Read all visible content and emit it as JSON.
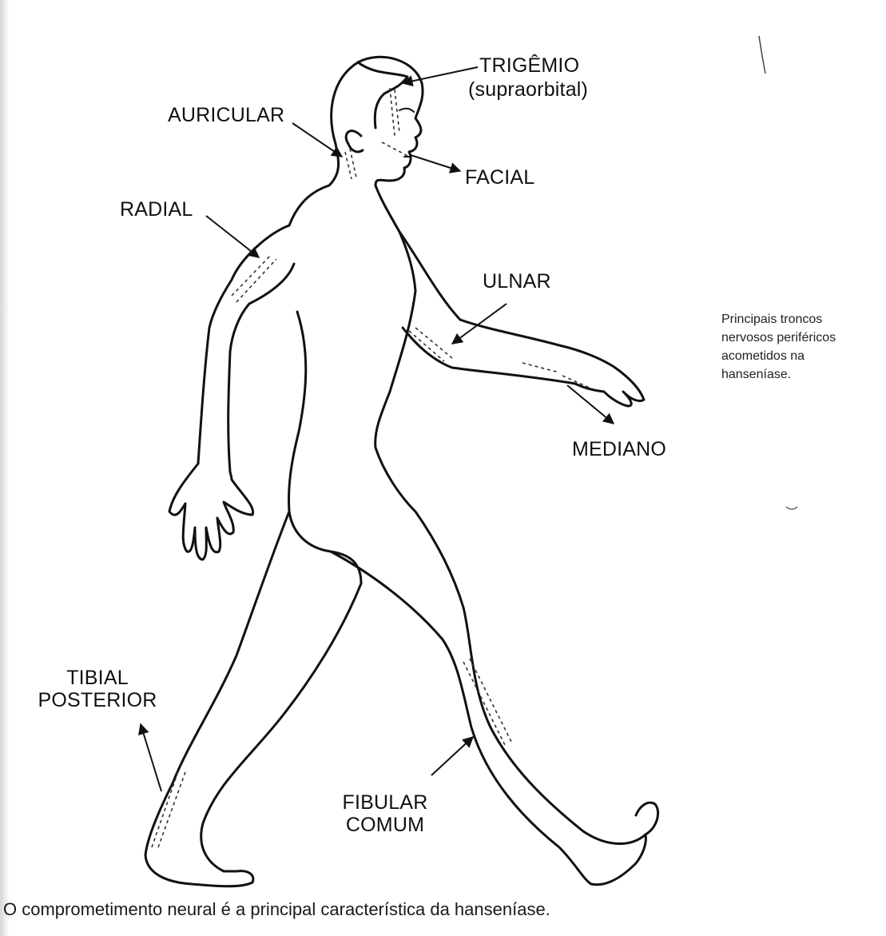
{
  "nerves": {
    "trigemio": "TRIGÊMIO",
    "trigemio_sub": "(supraorbital)",
    "auricular": "AURICULAR",
    "facial": "FACIAL",
    "radial": "RADIAL",
    "ulnar": "ULNAR",
    "mediano": "MEDIANO",
    "tibial_posterior": "TIBIAL\nPOSTERIOR",
    "fibular_comum": "FIBULAR\nCOMUM"
  },
  "side_note": "Principais troncos\nnervosos periféricos\nacometidos na\nhanseníase.",
  "caption": "O comprometimento neural é a principal característica da hanseníase."
}
